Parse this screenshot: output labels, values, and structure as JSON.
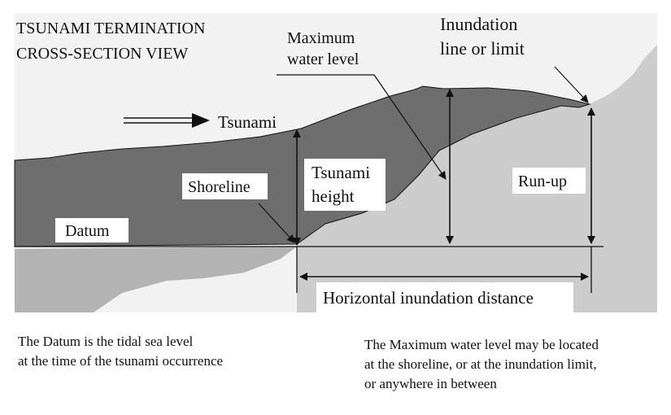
{
  "diagram": {
    "title_lines": [
      "TSUNAMI TERMINATION",
      "CROSS-SECTION VIEW"
    ],
    "labels": {
      "max_water_level": [
        "Maximum",
        "water level"
      ],
      "inundation_line": [
        "Inundation",
        "line or limit"
      ],
      "tsunami": "Tsunami",
      "shoreline": "Shoreline",
      "tsunami_height": [
        "Tsunami",
        "height"
      ],
      "run_up": "Run-up",
      "datum": "Datum",
      "horizontal_inundation_distance": "Horizontal inundation distance"
    },
    "colors": {
      "sky": "#f2f2f2",
      "water": "#6e6e6e",
      "land": "#cccccc",
      "seabed": "#b3b3b3",
      "ink": "#111111",
      "label_box": "#ffffff"
    }
  },
  "notes": {
    "left": [
      "The Datum is the tidal sea level",
      "at the time of the tsunami occurrence"
    ],
    "right": [
      "The Maximum water level may be located",
      "at the shoreline, or at the inundation limit,",
      "or anywhere in between"
    ]
  }
}
